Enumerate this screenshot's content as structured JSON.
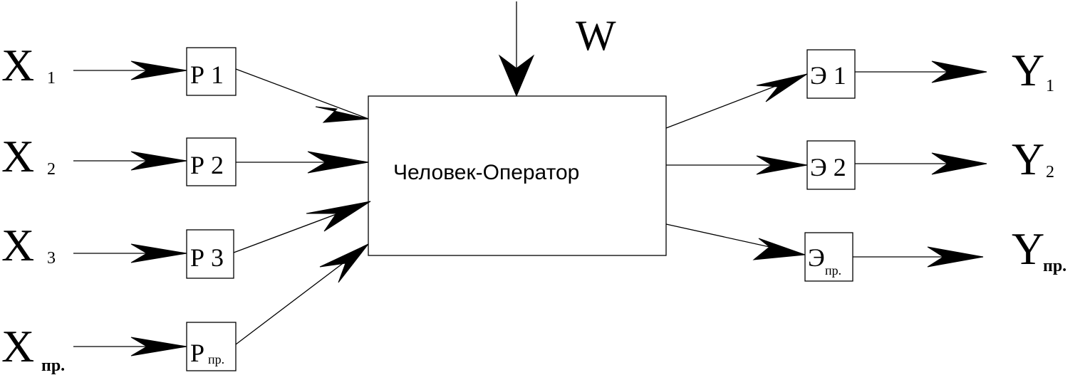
{
  "center_label": "Человек-Оператор",
  "disturbance_label": "W",
  "inputs": [
    {
      "main": "X",
      "sub": "1",
      "receptor_main": "Р 1",
      "receptor_sub": ""
    },
    {
      "main": "X",
      "sub": "2",
      "receptor_main": "Р 2",
      "receptor_sub": ""
    },
    {
      "main": "X",
      "sub": "3",
      "receptor_main": "Р 3",
      "receptor_sub": ""
    },
    {
      "main": "X",
      "sub": "пр.",
      "receptor_main": "Р",
      "receptor_sub": "пр."
    }
  ],
  "outputs": [
    {
      "main": "Y",
      "sub": "1",
      "effector_main": "Э 1",
      "effector_sub": ""
    },
    {
      "main": "Y",
      "sub": "2",
      "effector_main": "Э 2",
      "effector_sub": ""
    },
    {
      "main": "Y",
      "sub": "пр.",
      "effector_main": "Э",
      "effector_sub": "пр."
    }
  ]
}
